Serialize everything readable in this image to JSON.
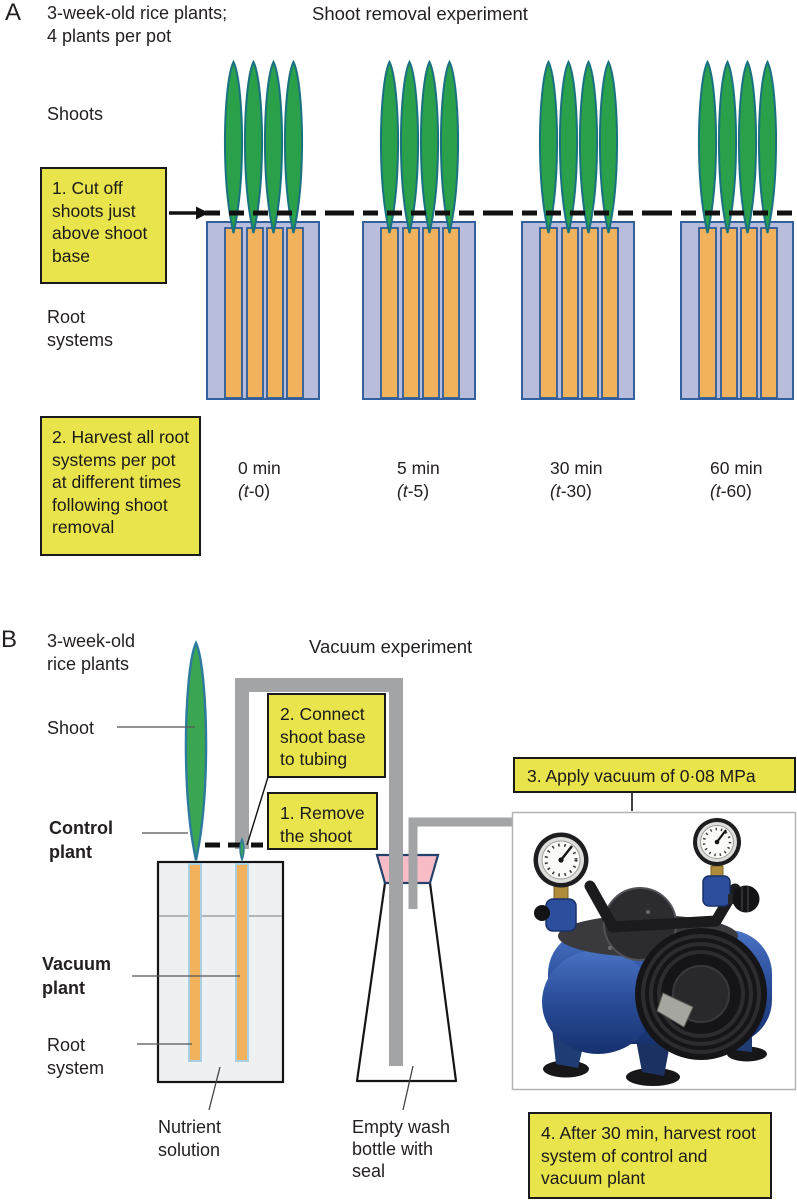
{
  "figure": {
    "panelA": {
      "label": "A",
      "subject": "3-week-old rice plants;\n4 plants per pot",
      "title": "Shoot removal experiment",
      "shoots_label": "Shoots",
      "roots_label": "Root systems",
      "box_cut": "1. Cut off shoots just above shoot base",
      "box_harvest": "2. Harvest all root systems per pot at different times following shoot removal",
      "times": [
        {
          "min": "0 min",
          "open": "(",
          "t": "t",
          "rest": "-0)"
        },
        {
          "min": "5 min",
          "open": "(",
          "t": "t",
          "rest": "-5)"
        },
        {
          "min": "30 min",
          "open": "(",
          "t": "t",
          "rest": "-30)"
        },
        {
          "min": "60 min",
          "open": "(",
          "t": "t",
          "rest": "-60)"
        }
      ]
    },
    "panelB": {
      "label": "B",
      "subject": "3-week-old rice plants",
      "title": "Vacuum experiment",
      "shoot_label": "Shoot",
      "control_label": "Control plant",
      "vacuum_label": "Vacuum plant",
      "root_system_label": "Root system",
      "nutrient_label": "Nutrient solution",
      "flask_label": "Empty wash bottle with seal",
      "box_connect": "2. Connect shoot base to tubing",
      "box_remove": "1. Remove the shoot",
      "box_vacuum": "3. Apply vacuum of 0·08 MPa",
      "box_after": "4. After 30 min, harvest root system of control and vacuum plant"
    },
    "colors": {
      "note_yellow": "#e9e34c",
      "pot_fill": "#b7bddb",
      "pot_border": "#33619e",
      "root_orange": "#f0b25c",
      "shoot_green": "#2aa04a",
      "shoot_border": "#1a7280",
      "tube_gray": "#a3a4a6",
      "stopper_pink": "#f8bcc7",
      "container_fill": "#eef0f2",
      "pump_blue": "#2b4f9c"
    }
  }
}
